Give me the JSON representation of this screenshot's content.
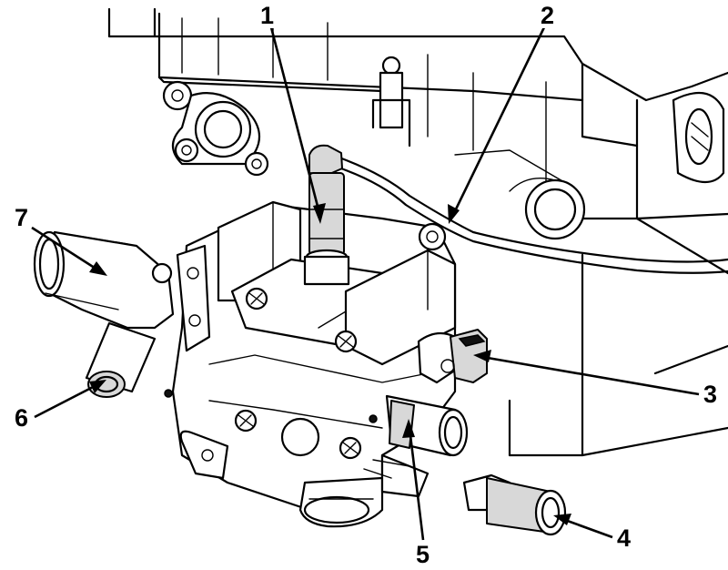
{
  "callouts": {
    "c1": "1",
    "c2": "2",
    "c3": "3",
    "c4": "4",
    "c5": "5",
    "c6": "6",
    "c7": "7"
  },
  "colors": {
    "line": "#000000",
    "background": "#ffffff",
    "shade": "#d8d8d8"
  }
}
